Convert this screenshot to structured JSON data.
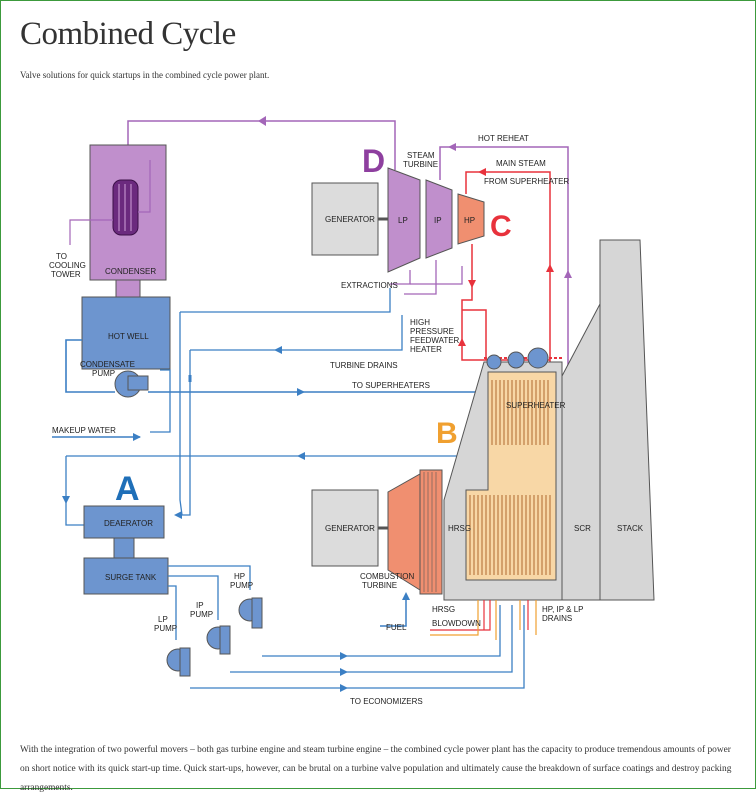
{
  "page": {
    "title": "Combined Cycle",
    "subtitle": "Valve solutions for quick startups in the combined cycle power plant.",
    "paragraph": "With the integration of two powerful movers – both gas turbine engine and steam turbine engine – the combined cycle power plant has the capacity to produce tremendous amounts of power on short notice with its quick start-up time. Quick start-ups, however, can be brutal on a turbine valve population and ultimately cause the breakdown of surface coatings and destroy packing arrangements."
  },
  "diagram": {
    "section_letters": {
      "a": "A",
      "b": "B",
      "c": "C",
      "d": "D"
    },
    "labels": {
      "to_cooling_tower": [
        "TO",
        "COOLING",
        "TOWER"
      ],
      "condenser": "CONDENSER",
      "hot_well": "HOT WELL",
      "condensate_pump": [
        "CONDENSATE",
        "PUMP"
      ],
      "makeup_water": "MAKEUP WATER",
      "deaerator": "DEAERATOR",
      "surge_tank": "SURGE TANK",
      "lp_pump": [
        "LP",
        "PUMP"
      ],
      "ip_pump": [
        "IP",
        "PUMP"
      ],
      "hp_pump": [
        "HP",
        "PUMP"
      ],
      "to_economizers": "TO ECONOMIZERS",
      "generator_top": "GENERATOR",
      "generator_bottom": "GENERATOR",
      "steam_turbine": [
        "STEAM",
        "TURBINE"
      ],
      "lp": "LP",
      "ip": "IP",
      "hp": "HP",
      "hot_reheat": "HOT REHEAT",
      "main_steam": [
        "MAIN STEAM",
        "FROM SUPERHEATER"
      ],
      "extractions": "EXTRACTIONS",
      "hp_feedwater_heater": [
        "HIGH",
        "PRESSURE",
        "FEEDWATER",
        "HEATER"
      ],
      "turbine_drains": "TURBINE DRAINS",
      "to_superheaters": "TO SUPERHEATERS",
      "superheater": "SUPERHEATER",
      "hrsg": "HRSG",
      "scr": "SCR",
      "stack": "STACK",
      "combustion_turbine": [
        "COMBUSTION",
        "TURBINE"
      ],
      "fuel": "FUEL",
      "hrsg_blowdown": [
        "HRSG",
        "BLOWDOWN"
      ],
      "hp_ip_lp_drains": [
        "HP, IP & LP",
        "DRAINS"
      ]
    },
    "colors": {
      "purple": "#a366b8",
      "blue": "#3b7fc4",
      "red": "#e8323c",
      "orange": "#f0a030",
      "letter_blue": "#1f6fb8",
      "turbine_salmon": "#f08f70",
      "superheater_fill": "#f8d7a6"
    }
  }
}
